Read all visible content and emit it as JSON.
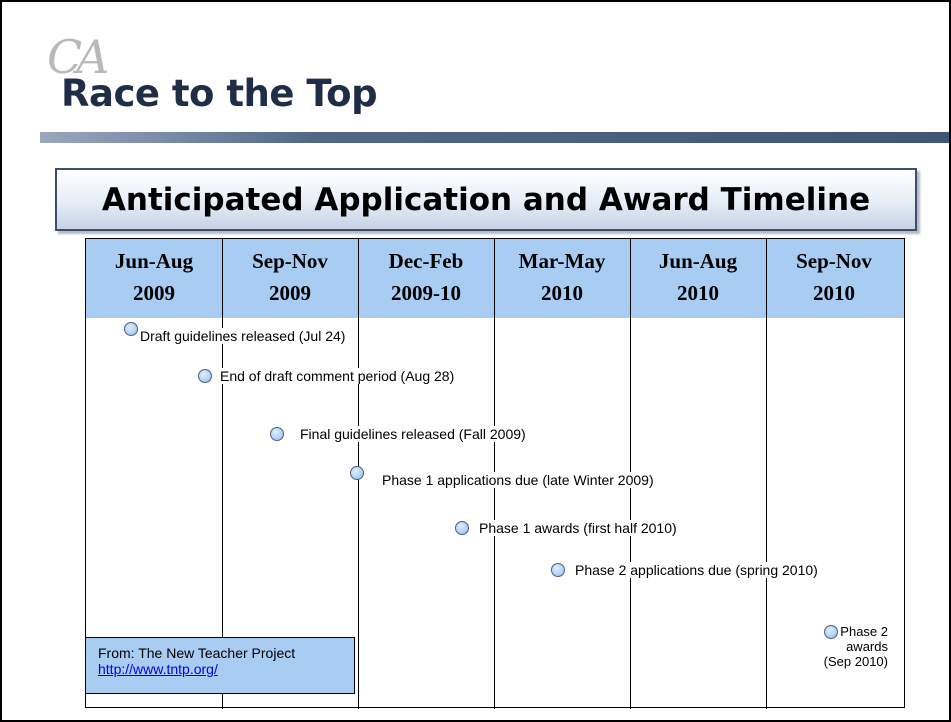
{
  "logo": {
    "ca": "CA",
    "text": "Race to the Top"
  },
  "title": "Anticipated Application and Award Timeline",
  "columns": [
    {
      "line1": "Jun-Aug",
      "line2": "2009"
    },
    {
      "line1": "Sep-Nov",
      "line2": "2009"
    },
    {
      "line1": "Dec-Feb",
      "line2": "2009-10"
    },
    {
      "line1": "Mar-May",
      "line2": "2010"
    },
    {
      "line1": "Jun-Aug",
      "line2": "2010"
    },
    {
      "line1": "Sep-Nov",
      "line2": "2010"
    }
  ],
  "events": [
    {
      "label": "Draft guidelines released (Jul 24)"
    },
    {
      "label": "End of draft comment period (Aug 28)"
    },
    {
      "label": "Final guidelines released (Fall 2009)"
    },
    {
      "label": "Phase 1 applications due (late Winter 2009)"
    },
    {
      "label": "Phase 1 awards (first half 2010)"
    },
    {
      "label": "Phase 2 applications due (spring 2010)"
    },
    {
      "label_line1": "Phase 2",
      "label_line2": "awards",
      "label_line3": "(Sep 2010)"
    }
  ],
  "source": {
    "label": "From: The New Teacher Project",
    "link": "http://www.tntp.org/"
  },
  "colors": {
    "header_fill": "#a9ccf3",
    "title_border": "#3b4e6b",
    "rule": "#3f5678",
    "logo_text": "#1f2d46"
  }
}
